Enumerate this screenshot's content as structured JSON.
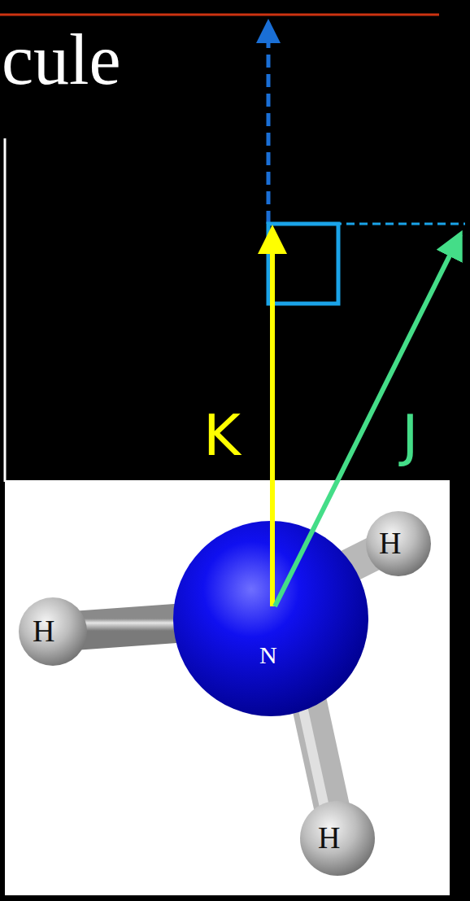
{
  "diagram": {
    "labels": [
      "cule",
      "K",
      "J",
      "H",
      "H",
      "H",
      "N"
    ]
  }
}
